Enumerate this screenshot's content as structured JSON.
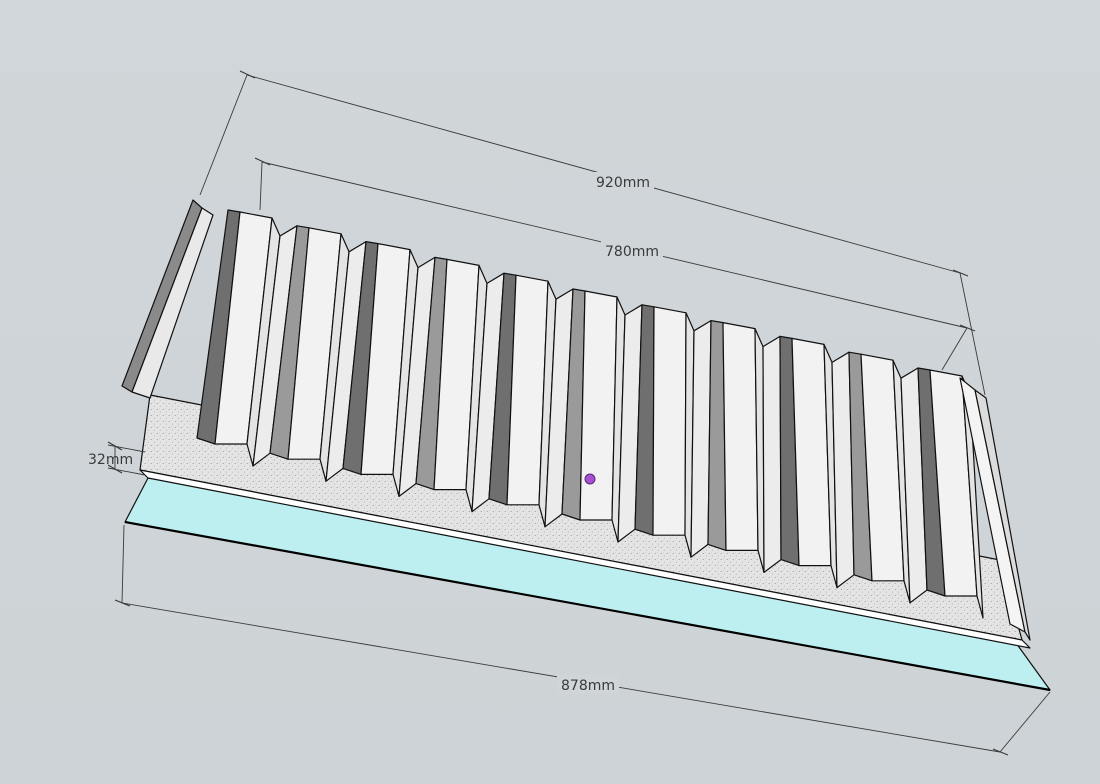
{
  "dimensions": {
    "total_width": "920mm",
    "rib_span": "780mm",
    "panel_thickness": "32mm",
    "base_width": "878mm"
  },
  "colors": {
    "background": "#cfd5d8",
    "rib_face": "#f1f1f1",
    "rib_shade": "#7a7a7a",
    "foam_core": "#e3e3e3",
    "liner": "#bdeef0",
    "inference_point": "#a64fd0"
  }
}
